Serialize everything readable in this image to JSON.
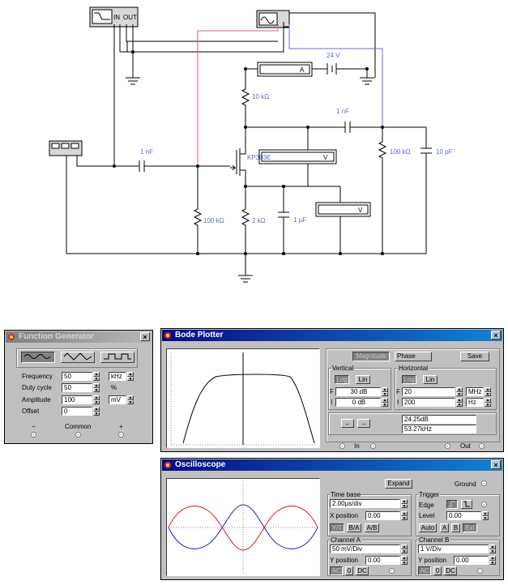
{
  "schematic": {
    "components": {
      "c_in": "1 nF",
      "c_fb": "1 nF",
      "c_load": "10 pF",
      "c_source": "1 µF",
      "r_drain": "10 kΩ",
      "r_gate": "100 kΩ",
      "r_source": "2 kΩ",
      "r_load": "100 kΩ",
      "transistor": "KP303E",
      "battery": "24 V"
    },
    "instruments": {
      "bode_in": "IN",
      "bode_out": "OUT",
      "ammeter": "A",
      "voltmeter1": "V",
      "voltmeter2": "V"
    }
  },
  "function_generator": {
    "title": "Function Generator",
    "frequency": {
      "label": "Frequency",
      "value": "50",
      "unit": "kHz"
    },
    "duty": {
      "label": "Duty cycle",
      "value": "50",
      "unit": "%"
    },
    "amplitude": {
      "label": "Amplitude",
      "value": "100",
      "unit": "mV"
    },
    "offset": {
      "label": "Offset",
      "value": "0"
    },
    "term_minus": "−",
    "term_common": "Common",
    "term_plus": "+"
  },
  "bode": {
    "title": "Bode Plotter",
    "magnitude": "Magnitude",
    "phase": "Phase",
    "save": "Save",
    "vertical": {
      "label": "Vertical",
      "log": "Log",
      "lin": "Lin",
      "f_value": "30 dB",
      "i_value": "0 dB"
    },
    "horizontal": {
      "label": "Horizontal",
      "log": "Log",
      "lin": "Lin",
      "f_value": "20",
      "f_unit": "MHz",
      "i_value": "200",
      "i_unit": "Hz"
    },
    "f_letter": "F",
    "i_letter": "I",
    "readout_db": "24.25dB",
    "readout_freq": "53.27kHz",
    "in_label": "In",
    "out_label": "Out"
  },
  "oscilloscope": {
    "title": "Oscilloscope",
    "expand": "Expand",
    "ground": "Ground",
    "timebase": {
      "label": "Time base",
      "value": "2.00µs/div",
      "xpos_label": "X position",
      "xpos": "0.00",
      "yt": "Y/T",
      "ba": "B/A",
      "ab": "A/B"
    },
    "trigger": {
      "label": "Trigger",
      "edge": "Edge",
      "level_label": "Level",
      "level": "0.00",
      "auto": "Auto",
      "a": "A",
      "b": "B",
      "ext": "Ext"
    },
    "channel_a": {
      "label": "Channel A",
      "value": "50 mV/Div",
      "ypos_label": "Y position",
      "ypos": "0.00",
      "ac": "AC",
      "zero": "0",
      "dc": "DC"
    },
    "channel_b": {
      "label": "Channel B",
      "value": "1 V/Div",
      "ypos_label": "Y position",
      "ypos": "0.00",
      "ac": "AC",
      "zero": "0",
      "dc": "DC"
    }
  }
}
